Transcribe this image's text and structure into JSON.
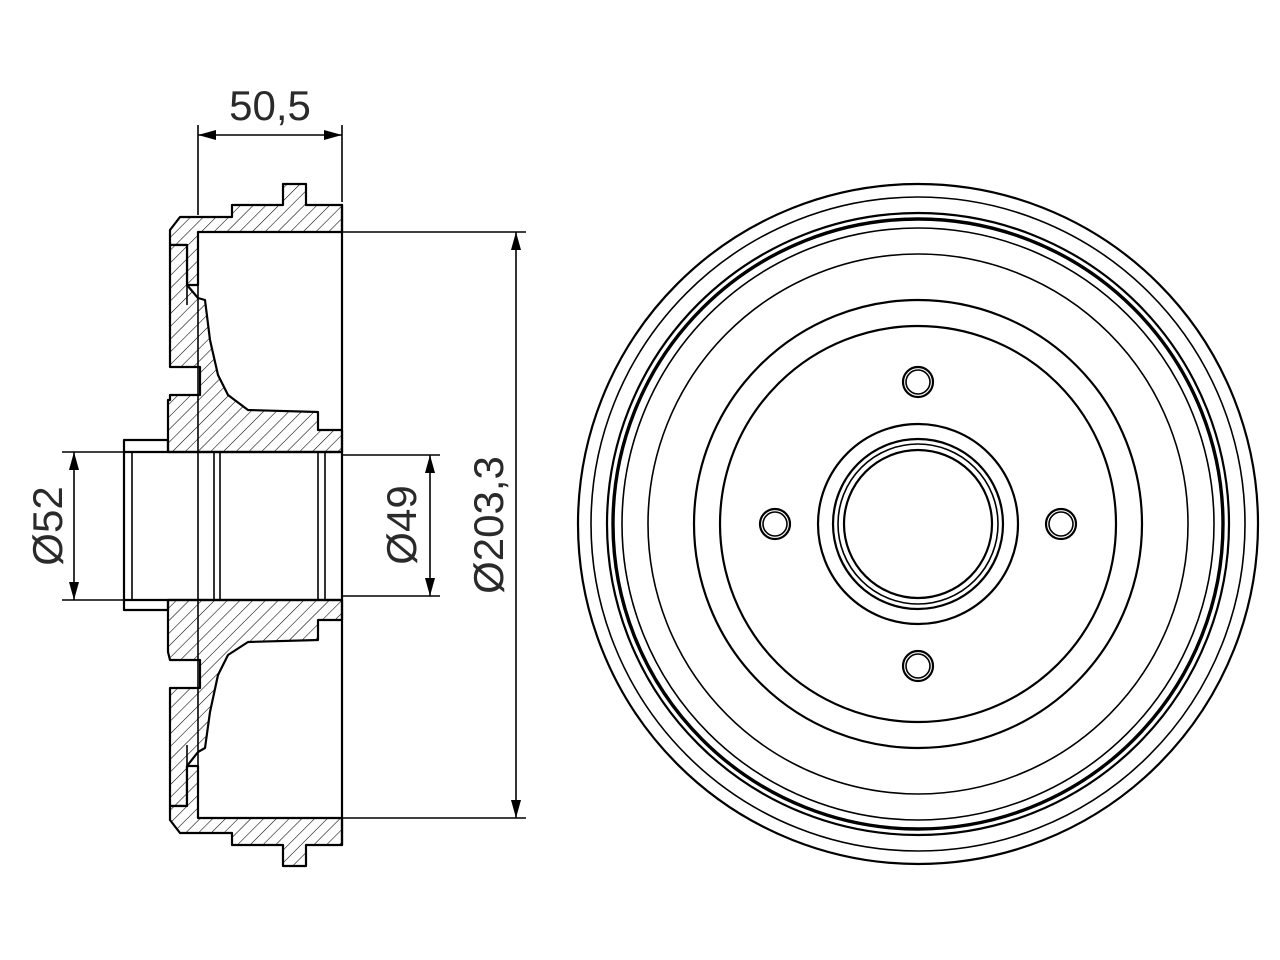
{
  "drawing": {
    "subject": "brake drum",
    "dimensions": {
      "width": "50,5",
      "bore_outer": "Ø52",
      "bore_inner": "Ø49",
      "drum_diameter": "Ø203,3"
    },
    "front_view": {
      "bolt_holes": 4
    },
    "line_color": "#000000",
    "text_color": "#2a2a2a"
  }
}
